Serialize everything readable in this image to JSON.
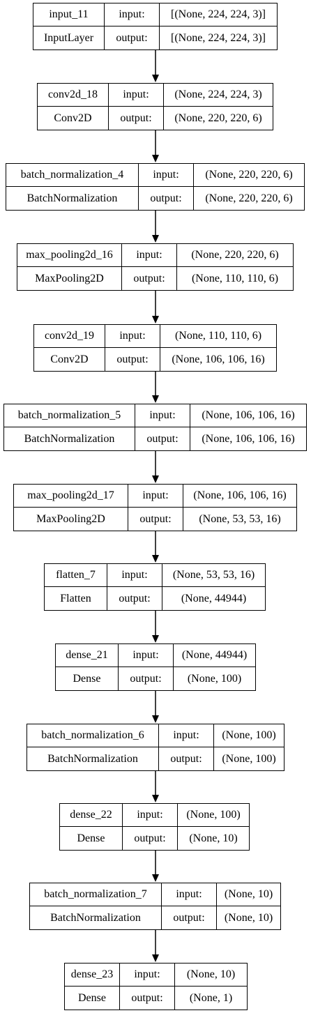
{
  "layers": [
    {
      "name": "input_11",
      "type": "InputLayer",
      "input": "[(None, 224, 224, 3)]",
      "output": "[(None, 224, 224, 3)]",
      "input_label": "input:",
      "output_label": "output:"
    },
    {
      "name": "conv2d_18",
      "type": "Conv2D",
      "input": "(None, 224, 224, 3)",
      "output": "(None, 220, 220, 6)",
      "input_label": "input:",
      "output_label": "output:"
    },
    {
      "name": "batch_normalization_4",
      "type": "BatchNormalization",
      "input": "(None, 220, 220, 6)",
      "output": "(None, 220, 220, 6)",
      "input_label": "input:",
      "output_label": "output:"
    },
    {
      "name": "max_pooling2d_16",
      "type": "MaxPooling2D",
      "input": "(None, 220, 220, 6)",
      "output": "(None, 110, 110, 6)",
      "input_label": "input:",
      "output_label": "output:"
    },
    {
      "name": "conv2d_19",
      "type": "Conv2D",
      "input": "(None, 110, 110, 6)",
      "output": "(None, 106, 106, 16)",
      "input_label": "input:",
      "output_label": "output:"
    },
    {
      "name": "batch_normalization_5",
      "type": "BatchNormalization",
      "input": "(None, 106, 106, 16)",
      "output": "(None, 106, 106, 16)",
      "input_label": "input:",
      "output_label": "output:"
    },
    {
      "name": "max_pooling2d_17",
      "type": "MaxPooling2D",
      "input": "(None, 106, 106, 16)",
      "output": "(None, 53, 53, 16)",
      "input_label": "input:",
      "output_label": "output:"
    },
    {
      "name": "flatten_7",
      "type": "Flatten",
      "input": "(None, 53, 53, 16)",
      "output": "(None, 44944)",
      "input_label": "input:",
      "output_label": "output:"
    },
    {
      "name": "dense_21",
      "type": "Dense",
      "input": "(None, 44944)",
      "output": "(None, 100)",
      "input_label": "input:",
      "output_label": "output:"
    },
    {
      "name": "batch_normalization_6",
      "type": "BatchNormalization",
      "input": "(None, 100)",
      "output": "(None, 100)",
      "input_label": "input:",
      "output_label": "output:"
    },
    {
      "name": "dense_22",
      "type": "Dense",
      "input": "(None, 100)",
      "output": "(None, 10)",
      "input_label": "input:",
      "output_label": "output:"
    },
    {
      "name": "batch_normalization_7",
      "type": "BatchNormalization",
      "input": "(None, 10)",
      "output": "(None, 10)",
      "input_label": "input:",
      "output_label": "output:"
    },
    {
      "name": "dense_23",
      "type": "Dense",
      "input": "(None, 10)",
      "output": "(None, 1)",
      "input_label": "input:",
      "output_label": "output:"
    }
  ],
  "colors": {
    "stroke": "#000000",
    "background": "#ffffff"
  }
}
